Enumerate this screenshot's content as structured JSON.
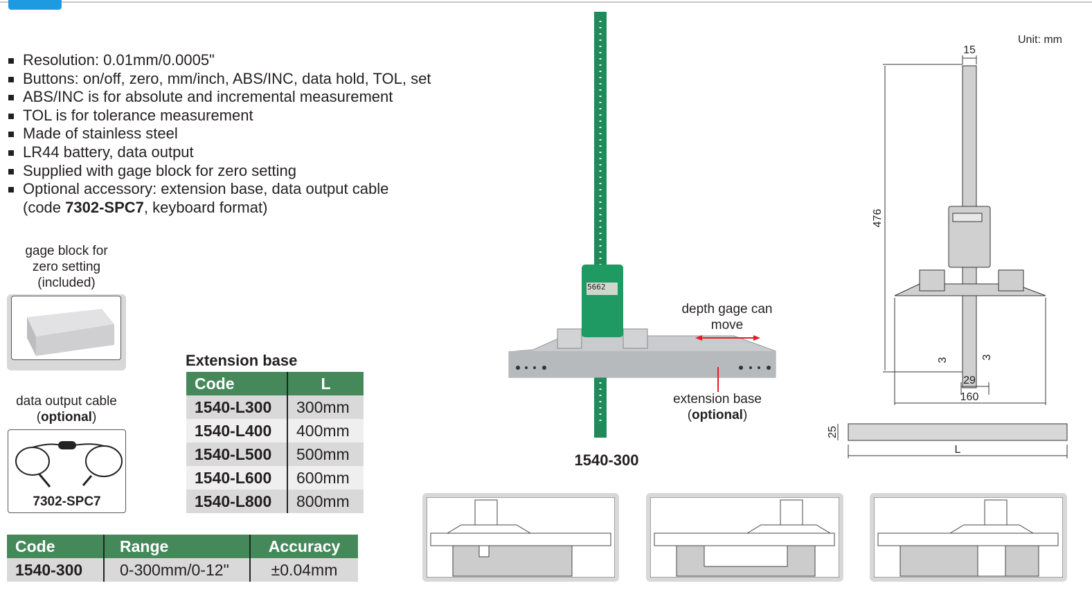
{
  "features": [
    {
      "text": "Resolution: 0.01mm/0.0005\""
    },
    {
      "text": "Buttons: on/off, zero, mm/inch, ABS/INC, data hold, TOL, set"
    },
    {
      "text": "ABS/INC is for absolute and incremental measurement"
    },
    {
      "text": "TOL is for tolerance measurement"
    },
    {
      "text": "Made of stainless steel"
    },
    {
      "text": "LR44 battery, data output"
    },
    {
      "text": "Supplied with gage block for zero setting"
    },
    {
      "text": "Optional accessory: extension base, data output cable"
    }
  ],
  "feature_cont": {
    "pre": "(code ",
    "code": "7302-SPC7",
    "post": ", keyboard format)"
  },
  "gage_block": {
    "caption": "gage block for zero setting",
    "note": "(included)"
  },
  "cable": {
    "caption": "data output cable",
    "note_open": "(",
    "note": "optional",
    "note_close": ")",
    "code": "7302-SPC7"
  },
  "extension_table": {
    "title": "Extension base",
    "headers": [
      "Code",
      "L"
    ],
    "rows": [
      [
        "1540-L300",
        "300mm"
      ],
      [
        "1540-L400",
        "400mm"
      ],
      [
        "1540-L500",
        "500mm"
      ],
      [
        "1540-L600",
        "600mm"
      ],
      [
        "1540-L800",
        "800mm"
      ]
    ]
  },
  "spec_table": {
    "headers": [
      "Code",
      "Range",
      "Accuracy"
    ],
    "rows": [
      [
        "1540-300",
        "0-300mm/0-12\"",
        "±0.04mm"
      ]
    ]
  },
  "product": {
    "model": "1540-300",
    "display": "5662",
    "move_label": "depth gage can move",
    "base_label": "extension base",
    "base_note": "optional"
  },
  "drawing": {
    "unit": "Unit: mm",
    "dims": {
      "width": "15",
      "height": "476",
      "tip_left": "3",
      "tip_right": "3",
      "tip": "29",
      "base": "160",
      "ext_h": "25",
      "ext_l": "L"
    }
  },
  "colors": {
    "green": "#45895a",
    "accent": "#1e9be0",
    "arrow": "#e31e24"
  }
}
